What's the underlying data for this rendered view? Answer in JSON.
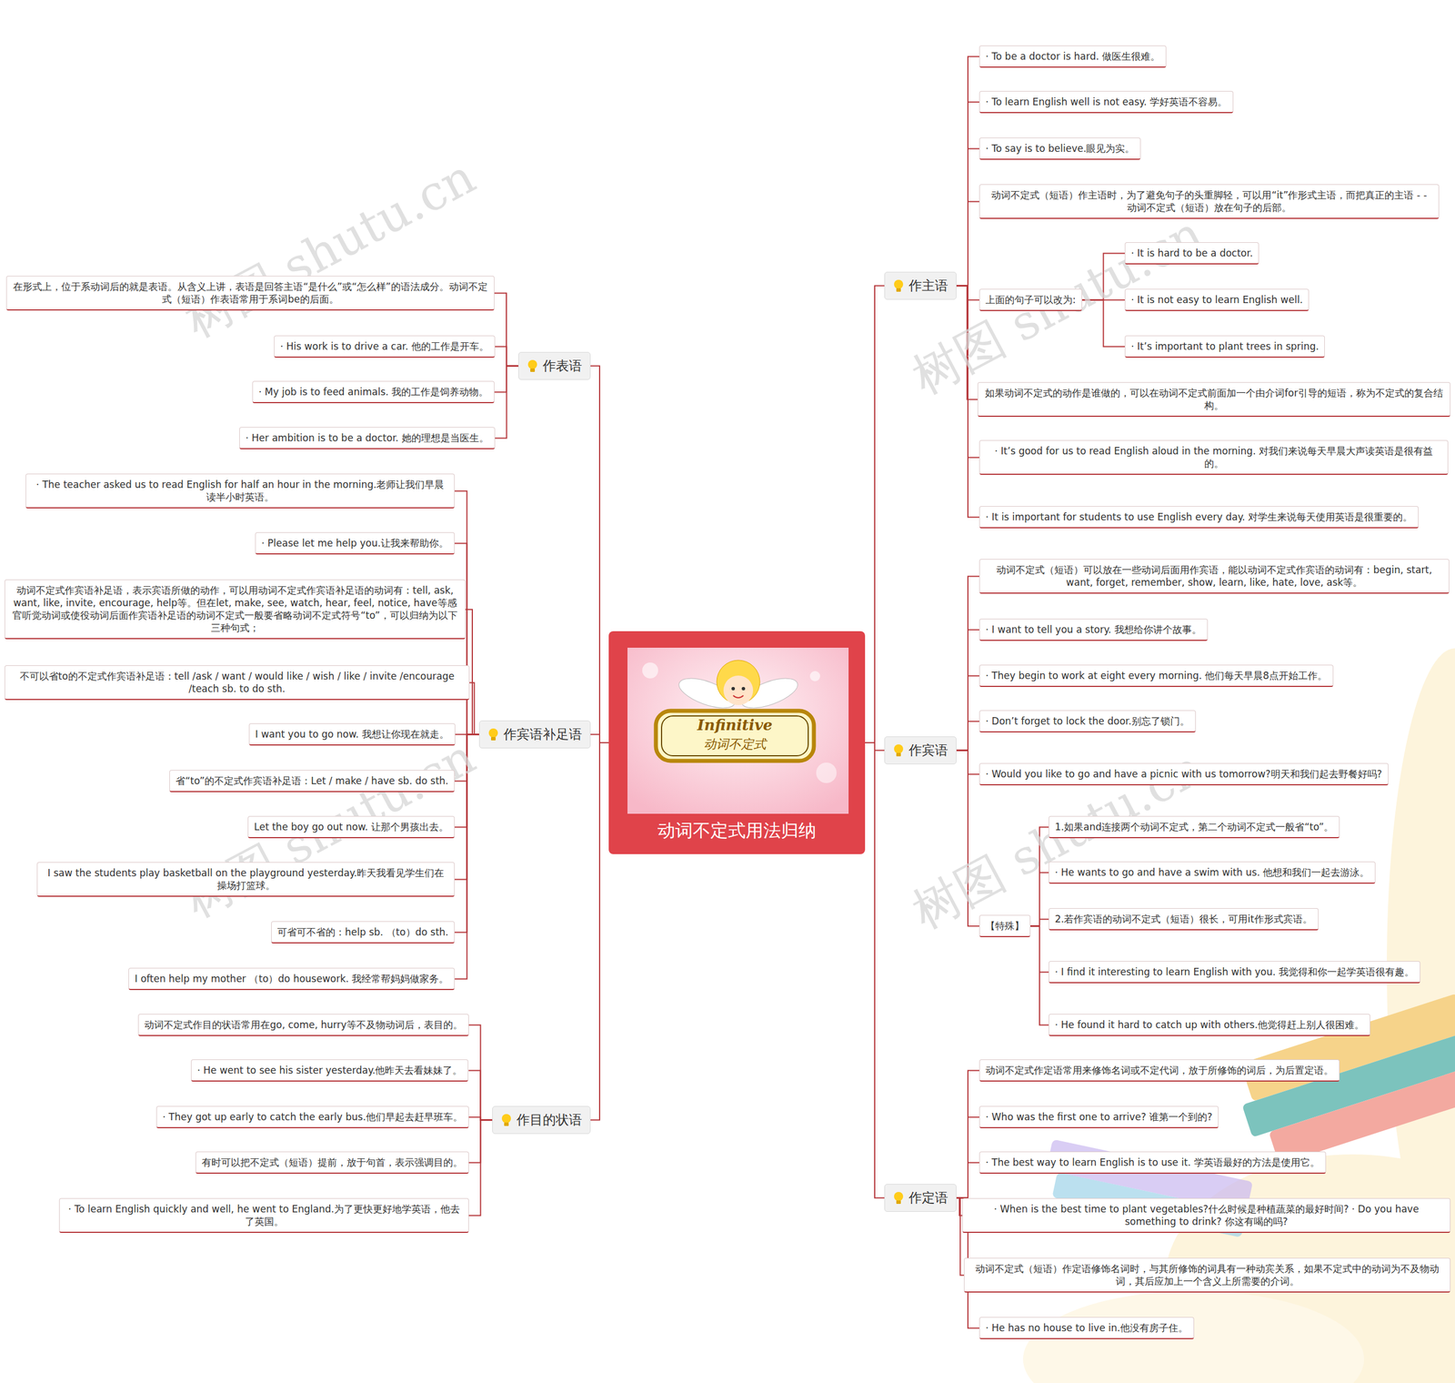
{
  "diagram": {
    "nodes": [
      {
        "text": [
          "动词不定式用法归纳"
        ]
      },
      {
        "text": [
          "作主语"
        ]
      },
      {
        "text": [
          "· To be a doctor is hard. 做医生很难。"
        ]
      },
      {
        "text": [
          "· To learn English well is not easy. 学好英语不容易。"
        ]
      },
      {
        "text": [
          "· To say is to believe.眼见为实。"
        ]
      },
      {
        "text": [
          "动词不定式（短语）作主语时，为了避免句子的头重脚轻，可以用“it”作形式主语，而把真正的主语 - - 动词不定式（短语）放在句子的后部。"
        ]
      },
      {
        "text": [
          "上面的句子可以改为:"
        ]
      },
      {
        "text": [
          "· It is hard to be a doctor."
        ]
      },
      {
        "text": [
          "· It is not easy to learn English well."
        ]
      },
      {
        "text": [
          "· It’s important to plant trees in spring."
        ]
      },
      {
        "text": [
          "如果动词不定式的动作是谁做的，可以在动词不定式前面加一个由介词for引导的短语，称为不定式的复合结构。"
        ]
      },
      {
        "text": [
          "· It’s good for us to read English aloud in the morning. 对我们来说每天早晨大声读英语是很有益的。"
        ]
      },
      {
        "text": [
          "· It is important for students to use English every day. 对学生来说每天使用英语是很重要的。"
        ]
      },
      {
        "text": [
          "作宾语"
        ]
      },
      {
        "text": [
          "动词不定式（短语）可以放在一些动词后面用作宾语，能以动词不定式作宾语的动词有：begin, start, want, forget, remember, show, learn, like, hate, love, ask等。"
        ]
      },
      {
        "text": [
          "· I want to tell you a story. 我想给你讲个故事。"
        ]
      },
      {
        "text": [
          "· They begin to work at eight every morning. 他们每天早晨8点开始工作。"
        ]
      },
      {
        "text": [
          "· Don’t forget to lock the door.别忘了锁门。"
        ]
      },
      {
        "text": [
          "· Would you like to go and have a picnic with us tomorrow?明天和我们起去野餐好吗?"
        ]
      },
      {
        "text": [
          "【特殊】"
        ]
      },
      {
        "text": [
          "1.如果and连接两个动词不定式，第二个动词不定式一般省“to”。"
        ]
      },
      {
        "text": [
          "· He wants to go and have a swim with us. 他想和我们一起去游泳。"
        ]
      },
      {
        "text": [
          "2.若作宾语的动词不定式（短语）很长，可用it作形式宾语。"
        ]
      },
      {
        "text": [
          "· I find it interesting to learn English with you. 我觉得和你一起学英语很有趣。"
        ]
      },
      {
        "text": [
          "· He found it hard to catch up with others.他觉得赶上别人很困难。"
        ]
      },
      {
        "text": [
          "作定语"
        ]
      },
      {
        "text": [
          "动词不定式作定语常用来修饰名词或不定代词，放于所修饰的词后，为后置定语。"
        ]
      },
      {
        "text": [
          "· Who was the first one to arrive? 谁第一个到的?"
        ]
      },
      {
        "text": [
          "· The best way to learn English is to use it. 学英语最好的方法是使用它。"
        ]
      },
      {
        "text": [
          "· When is the best time to plant vegetables?什么时候是种植蔬菜的最好时间? · Do you have something to drink? 你这有喝的吗?"
        ]
      },
      {
        "text": [
          "动词不定式（短语）作定语修饰名词时，与其所修饰的词具有一种动宾关系，如果不定式中的动词为不及物动词，其后应加上一个含义上所需要的介词。"
        ]
      },
      {
        "text": [
          "· He has no house to live in.他没有房子住。"
        ]
      },
      {
        "text": [
          "作表语"
        ]
      },
      {
        "text": [
          "在形式上，位于系动词后的就是表语。从含义上讲，表语是回答主语“是什么”或“怎么样”的语法成分。动词不定式（短语）作表语常用于系词be的后面。"
        ]
      },
      {
        "text": [
          "· His work is to drive a car. 他的工作是开车。"
        ]
      },
      {
        "text": [
          "· My job is to feed animals. 我的工作是饲养动物。"
        ]
      },
      {
        "text": [
          "· Her ambition is to be a doctor. 她的理想是当医生。"
        ]
      },
      {
        "text": [
          "作宾语补足语"
        ]
      },
      {
        "text": [
          "· The teacher asked us to read English for half an hour in the morning.老师让我们早晨读半小时英语。"
        ]
      },
      {
        "text": [
          "· Please let me help you.让我来帮助你。"
        ]
      },
      {
        "text": [
          "动词不定式作宾语补足语，表示宾语所做的动作，可以用动词不定式作宾语补足语的动词有：tell, ask, want, like, invite, encourage, help等。但在let, make, see, watch, hear, feel, notice, have等感官听觉动词或使役动词后面作宾语补足语的动词不定式一般要省略动词不定式符号“to”，可以归纳为以下三种句式；"
        ]
      },
      {
        "text": [
          "不可以省to的不定式作宾语补足语：tell /ask / want / would like / wish / like / invite /encourage /teach sb. to do sth."
        ]
      },
      {
        "text": [
          "I want you to go now. 我想让你现在就走。"
        ]
      },
      {
        "text": [
          "省“to”的不定式作宾语补足语：Let / make / have sb. do sth."
        ]
      },
      {
        "text": [
          "Let the boy go out now. 让那个男孩出去。"
        ]
      },
      {
        "text": [
          "I saw the students play basketball on the playground yesterday.昨天我看见学生们在操场打篮球。"
        ]
      },
      {
        "text": [
          "可省可不省的：help sb. （to）do sth."
        ]
      },
      {
        "text": [
          "I often help my mother （to）do housework. 我经常帮妈妈做家务。"
        ]
      },
      {
        "text": [
          "作目的状语"
        ]
      },
      {
        "text": [
          "动词不定式作目的状语常用在go, come, hurry等不及物动词后，表目的。"
        ]
      },
      {
        "text": [
          "· He went to see his sister yesterday.他昨天去看妹妹了。"
        ]
      },
      {
        "text": [
          "· They got up early to catch the early bus.他们早起去赶早班车。"
        ]
      },
      {
        "text": [
          "有时可以把不定式（短语）提前，放于句首，表示强调目的。"
        ]
      },
      {
        "text": [
          "· To learn English quickly and well, he went to England.为了更快更好地学英语，他去了英国。"
        ]
      }
    ],
    "edges": [
      {
        "from": 0,
        "to": 1,
        "arrow": "none"
      },
      {
        "from": 0,
        "to": 13,
        "arrow": "none"
      },
      {
        "from": 0,
        "to": 25,
        "arrow": "none"
      },
      {
        "from": 0,
        "to": 32,
        "arrow": "none"
      },
      {
        "from": 0,
        "to": 37,
        "arrow": "none"
      },
      {
        "from": 0,
        "to": 48,
        "arrow": "none"
      },
      {
        "from": 1,
        "to": 2,
        "arrow": "none"
      },
      {
        "from": 1,
        "to": 3,
        "arrow": "none"
      },
      {
        "from": 1,
        "to": 4,
        "arrow": "none"
      },
      {
        "from": 1,
        "to": 5,
        "arrow": "none"
      },
      {
        "from": 1,
        "to": 6,
        "arrow": "none"
      },
      {
        "from": 6,
        "to": 7,
        "arrow": "none"
      },
      {
        "from": 6,
        "to": 8,
        "arrow": "none"
      },
      {
        "from": 6,
        "to": 9,
        "arrow": "none"
      },
      {
        "from": 1,
        "to": 10,
        "arrow": "none"
      },
      {
        "from": 1,
        "to": 11,
        "arrow": "none"
      },
      {
        "from": 1,
        "to": 12,
        "arrow": "none"
      },
      {
        "from": 13,
        "to": 14,
        "arrow": "none"
      },
      {
        "from": 13,
        "to": 15,
        "arrow": "none"
      },
      {
        "from": 13,
        "to": 16,
        "arrow": "none"
      },
      {
        "from": 13,
        "to": 17,
        "arrow": "none"
      },
      {
        "from": 13,
        "to": 18,
        "arrow": "none"
      },
      {
        "from": 13,
        "to": 19,
        "arrow": "none"
      },
      {
        "from": 19,
        "to": 20,
        "arrow": "none"
      },
      {
        "from": 19,
        "to": 21,
        "arrow": "none"
      },
      {
        "from": 19,
        "to": 22,
        "arrow": "none"
      },
      {
        "from": 19,
        "to": 23,
        "arrow": "none"
      },
      {
        "from": 19,
        "to": 24,
        "arrow": "none"
      },
      {
        "from": 25,
        "to": 26,
        "arrow": "none"
      },
      {
        "from": 25,
        "to": 27,
        "arrow": "none"
      },
      {
        "from": 25,
        "to": 28,
        "arrow": "none"
      },
      {
        "from": 25,
        "to": 29,
        "arrow": "none"
      },
      {
        "from": 25,
        "to": 30,
        "arrow": "none"
      },
      {
        "from": 25,
        "to": 31,
        "arrow": "none"
      },
      {
        "from": 32,
        "to": 33,
        "arrow": "none"
      },
      {
        "from": 32,
        "to": 34,
        "arrow": "none"
      },
      {
        "from": 32,
        "to": 35,
        "arrow": "none"
      },
      {
        "from": 32,
        "to": 36,
        "arrow": "none"
      },
      {
        "from": 37,
        "to": 38,
        "arrow": "none"
      },
      {
        "from": 37,
        "to": 39,
        "arrow": "none"
      },
      {
        "from": 37,
        "to": 40,
        "arrow": "none"
      },
      {
        "from": 37,
        "to": 41,
        "arrow": "none"
      },
      {
        "from": 37,
        "to": 42,
        "arrow": "none"
      },
      {
        "from": 37,
        "to": 43,
        "arrow": "none"
      },
      {
        "from": 37,
        "to": 44,
        "arrow": "none"
      },
      {
        "from": 37,
        "to": 45,
        "arrow": "none"
      },
      {
        "from": 37,
        "to": 46,
        "arrow": "none"
      },
      {
        "from": 37,
        "to": 47,
        "arrow": "none"
      },
      {
        "from": 48,
        "to": 49,
        "arrow": "none"
      },
      {
        "from": 48,
        "to": 50,
        "arrow": "none"
      },
      {
        "from": 48,
        "to": 51,
        "arrow": "none"
      },
      {
        "from": 48,
        "to": 52,
        "arrow": "none"
      },
      {
        "from": 48,
        "to": 53,
        "arrow": "none"
      }
    ],
    "labels": [
      "Infinitive",
      "动词不定式",
      "树图 shutu.cn",
      "树图 shutu.cn",
      "树图 shutu.cn",
      "树图 shutu.cn"
    ]
  }
}
